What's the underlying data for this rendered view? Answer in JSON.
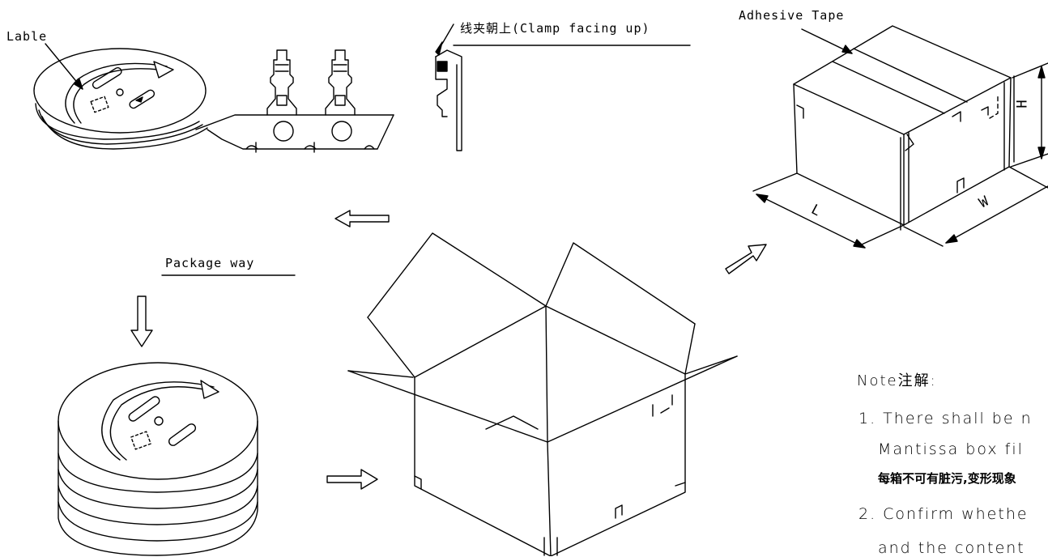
{
  "labels": {
    "lable": "Lable",
    "clamp": "线夹朝上(Clamp facing up)",
    "adhesive_tape": "Adhesive Tape",
    "package_way": "Package way",
    "dim_h": "H",
    "dim_l": "L",
    "dim_w": "W"
  },
  "notes": {
    "title": "Note注解:",
    "item1_line1": "1. There shall be n",
    "item1_line2": "Mantissa box fil",
    "item1_line3_cn": "每箱不可有脏污,变形现象",
    "item2_line1": "2. Confirm whethe",
    "item2_line2": "and the content"
  }
}
